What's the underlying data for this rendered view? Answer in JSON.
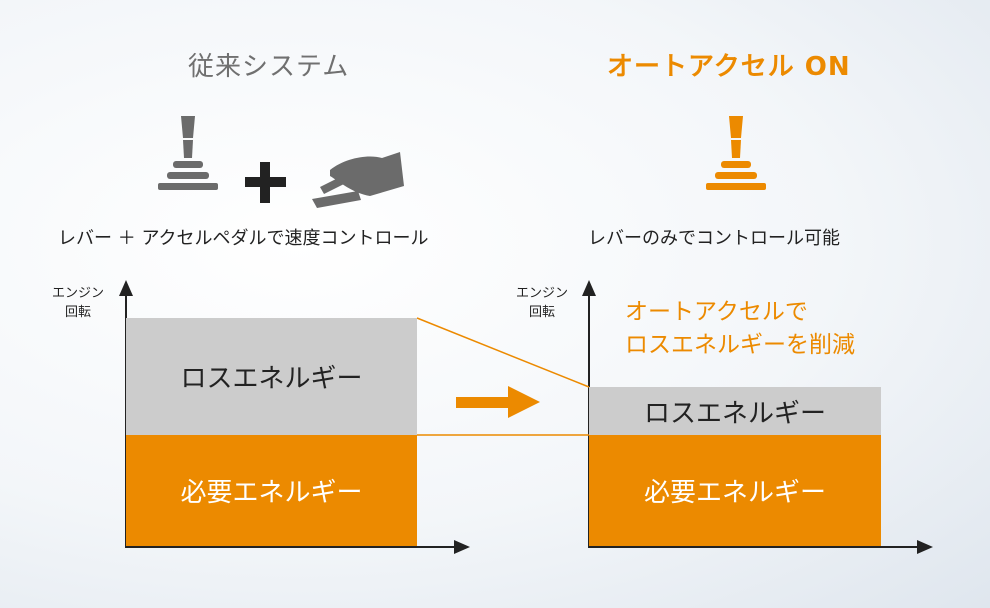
{
  "left": {
    "heading": "従来システム",
    "caption": "レバー ＋ アクセルペダルで速度コントロール",
    "axis_line1": "エンジン",
    "axis_line2": "回転",
    "loss_label": "ロスエネルギー",
    "need_label": "必要エネルギー"
  },
  "right": {
    "heading": "オートアクセル ON",
    "caption": "レバーのみでコントロール可能",
    "axis_line1": "エンジン",
    "axis_line2": "回転",
    "note_line1": "オートアクセルで",
    "note_line2": "ロスエネルギーを削減",
    "loss_label": "ロスエネルギー",
    "need_label": "必要エネルギー"
  },
  "colors": {
    "accent": "#ec8a00",
    "gray_icon": "#6b6b6b",
    "loss_fill": "#cccccc",
    "heading_gray": "#707070"
  },
  "icons": {
    "left_lever": "lever-icon",
    "plus": "plus-icon",
    "pedal": "foot-pedal-icon",
    "right_lever": "lever-icon",
    "arrow": "arrow-right-icon"
  }
}
